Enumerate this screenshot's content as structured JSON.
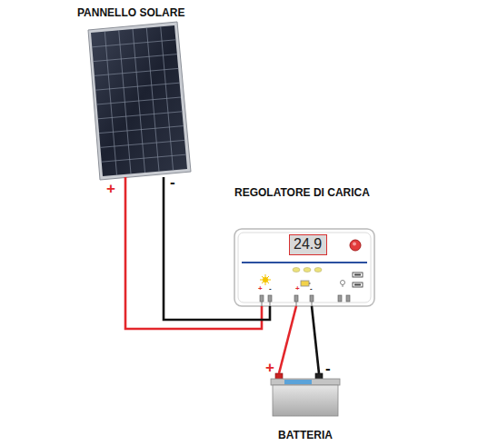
{
  "diagram": {
    "nodes": [
      {
        "text": [
          "PANNELLO SOLARE"
        ]
      },
      {
        "text": [
          "REGOLATORE DI CARICA"
        ]
      },
      {
        "text": [
          "24.9"
        ],
        "in": 1
      },
      {
        "text": [
          "BATTERIA"
        ]
      }
    ],
    "edges": [
      {
        "from": 0,
        "to": 1,
        "arrow": "none"
      },
      {
        "from": 0,
        "to": 1,
        "arrow": "none"
      },
      {
        "from": 1,
        "to": 3,
        "arrow": "none"
      },
      {
        "from": 1,
        "to": 3,
        "arrow": "none"
      }
    ],
    "labels": [
      "+",
      "-",
      "+",
      "-",
      "+",
      "-",
      "+",
      "-"
    ]
  }
}
